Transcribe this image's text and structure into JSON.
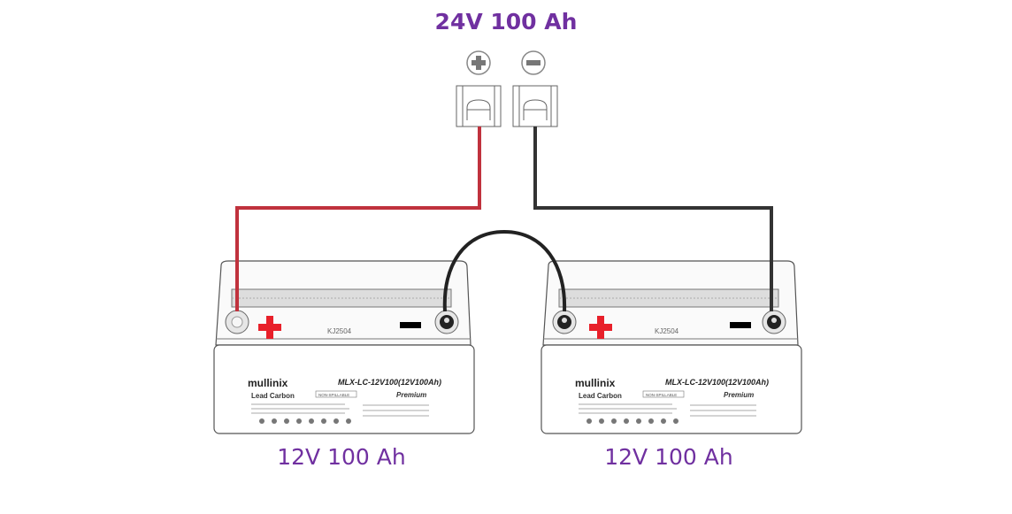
{
  "title": "24V 100 Ah",
  "output_terminals": {
    "positive_symbol": "+",
    "negative_symbol": "−"
  },
  "batteries": [
    {
      "caption": "12V 100 Ah",
      "brand": "mullinix",
      "model": "MLX-LC-12V100(12V100Ah)",
      "type": "Lead Carbon",
      "grade": "Premium",
      "badge": "NON-SPILLABLE",
      "code": "KJ2504"
    },
    {
      "caption": "12V 100 Ah",
      "brand": "mullinix",
      "model": "MLX-LC-12V100(12V100Ah)",
      "type": "Lead Carbon",
      "grade": "Premium",
      "badge": "NON-SPILLABLE",
      "code": "KJ2504"
    }
  ],
  "colors": {
    "positive_wire": "#c0323d",
    "negative_wire": "#333333",
    "accent": "#7030a0",
    "plus_mark": "#e8202a"
  }
}
